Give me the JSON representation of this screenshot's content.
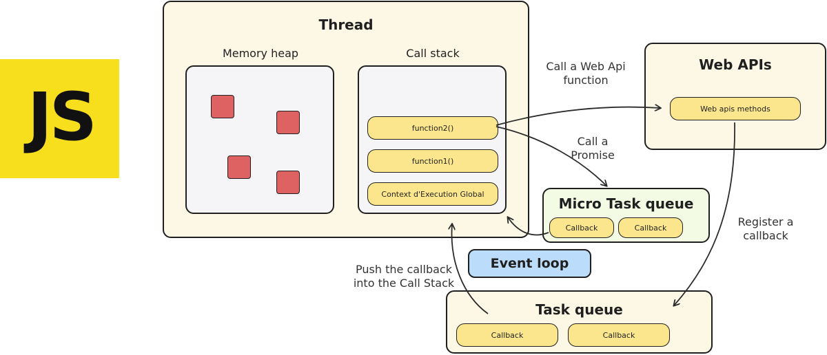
{
  "logo": {
    "text": "JS"
  },
  "thread": {
    "title": "Thread",
    "memory_heap": {
      "title": "Memory heap"
    },
    "call_stack": {
      "title": "Call stack",
      "frames": [
        "function2()",
        "function1()",
        "Context d'Execution Global"
      ]
    }
  },
  "web_apis": {
    "title": "Web APIs",
    "method": "Web apis methods"
  },
  "micro_task_queue": {
    "title": "Micro Task queue",
    "items": [
      "Callback",
      "Callback"
    ]
  },
  "event_loop": {
    "label": "Event loop"
  },
  "task_queue": {
    "title": "Task queue",
    "items": [
      "Callback",
      "Callback"
    ]
  },
  "arrow_labels": {
    "call_web_api": [
      "Call a Web Api",
      "function"
    ],
    "call_promise": [
      "Call a",
      "Promise"
    ],
    "register_callback": [
      "Register a",
      "callback"
    ],
    "push_callback": [
      "Push the callback",
      "into the Call Stack"
    ]
  },
  "colors": {
    "logo_yellow": "#f7df1e",
    "panel_cream": "#fdf8e6",
    "pill_yellow": "#fbe68e",
    "heap_red": "#df6262",
    "micro_green": "#f4fbe4",
    "event_blue": "#bcdcfb"
  }
}
